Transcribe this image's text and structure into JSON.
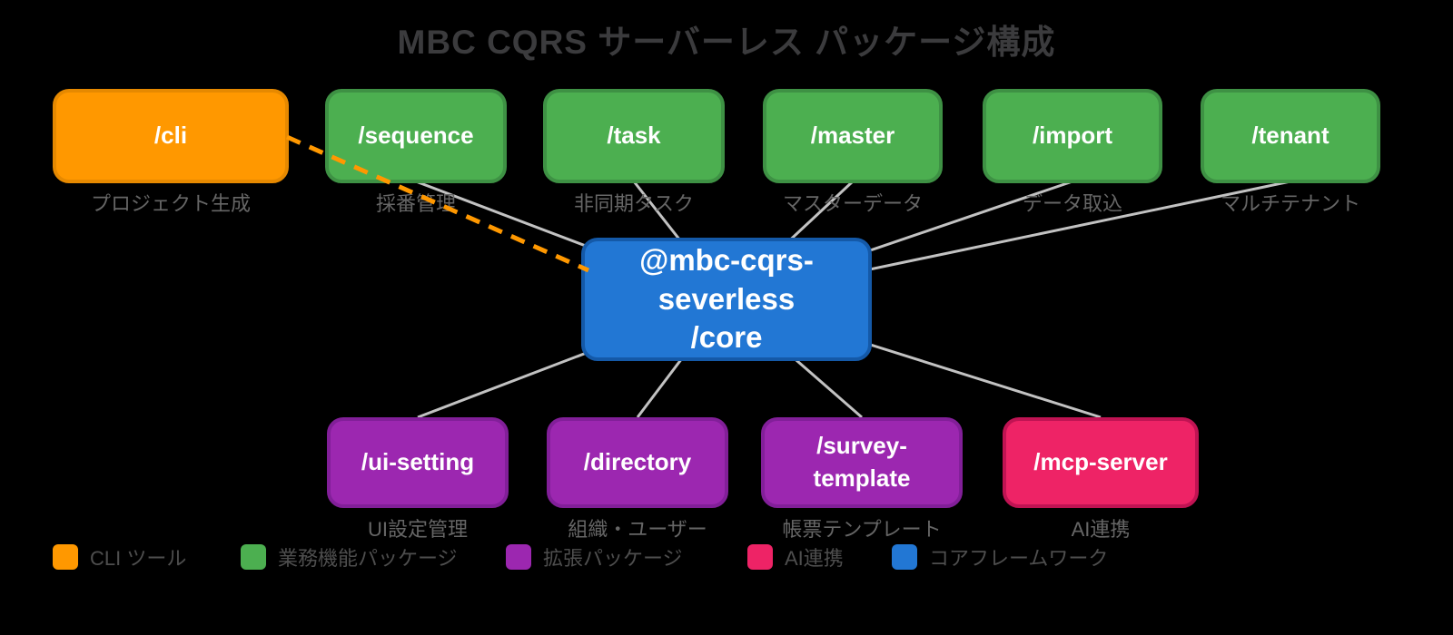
{
  "title": "MBC CQRS サーバーレス パッケージ構成",
  "nodes": {
    "cli": {
      "label": "/cli",
      "caption": "プロジェクト生成",
      "category": "cli-tool"
    },
    "sequence": {
      "label": "/sequence",
      "caption": "採番管理",
      "category": "business"
    },
    "task": {
      "label": "/task",
      "caption": "非同期タスク",
      "category": "business"
    },
    "master": {
      "label": "/master",
      "caption": "マスターデータ",
      "category": "business"
    },
    "import": {
      "label": "/import",
      "caption": "データ取込",
      "category": "business"
    },
    "tenant": {
      "label": "/tenant",
      "caption": "マルチテナント",
      "category": "business"
    },
    "core": {
      "label": "@mbc-cqrs-severless\n/core",
      "category": "core-framework"
    },
    "ui_setting": {
      "label": "/ui-setting",
      "caption": "UI設定管理",
      "category": "extension"
    },
    "directory": {
      "label": "/directory",
      "caption": "組織・ユーザー",
      "category": "extension"
    },
    "survey_template": {
      "label": "/survey-\ntemplate",
      "caption": "帳票テンプレート",
      "category": "extension"
    },
    "mcp_server": {
      "label": "/mcp-server",
      "caption": "AI連携",
      "category": "ai"
    }
  },
  "edges": [
    {
      "from": "cli",
      "to": "core",
      "type": "dashed"
    },
    {
      "from": "sequence",
      "to": "core",
      "type": "solid"
    },
    {
      "from": "task",
      "to": "core",
      "type": "solid"
    },
    {
      "from": "master",
      "to": "core",
      "type": "solid"
    },
    {
      "from": "import",
      "to": "core",
      "type": "solid"
    },
    {
      "from": "tenant",
      "to": "core",
      "type": "solid"
    },
    {
      "from": "ui_setting",
      "to": "core",
      "type": "solid"
    },
    {
      "from": "directory",
      "to": "core",
      "type": "solid"
    },
    {
      "from": "survey_template",
      "to": "core",
      "type": "solid"
    },
    {
      "from": "mcp_server",
      "to": "core",
      "type": "solid"
    }
  ],
  "legend": {
    "items": [
      {
        "label": "CLI ツール",
        "color": "#FF9800"
      },
      {
        "label": "業務機能パッケージ",
        "color": "#4CAF50"
      },
      {
        "label": "拡張パッケージ",
        "color": "#9C27B0"
      },
      {
        "label": "AI連携",
        "color": "#EE2366"
      },
      {
        "label": "コアフレームワーク",
        "color": "#2277D4"
      }
    ]
  },
  "colors": {
    "orange": "#FF9800",
    "green": "#4CAF50",
    "purple": "#9C27B0",
    "pink": "#EE2366",
    "blue": "#2277D4",
    "edge_gray": "#C2C2C2",
    "dashed_edge": "#FF9800",
    "title_text": "#3b3b3d",
    "caption_text": "#666666",
    "legend_text": "#4e4e4e"
  }
}
